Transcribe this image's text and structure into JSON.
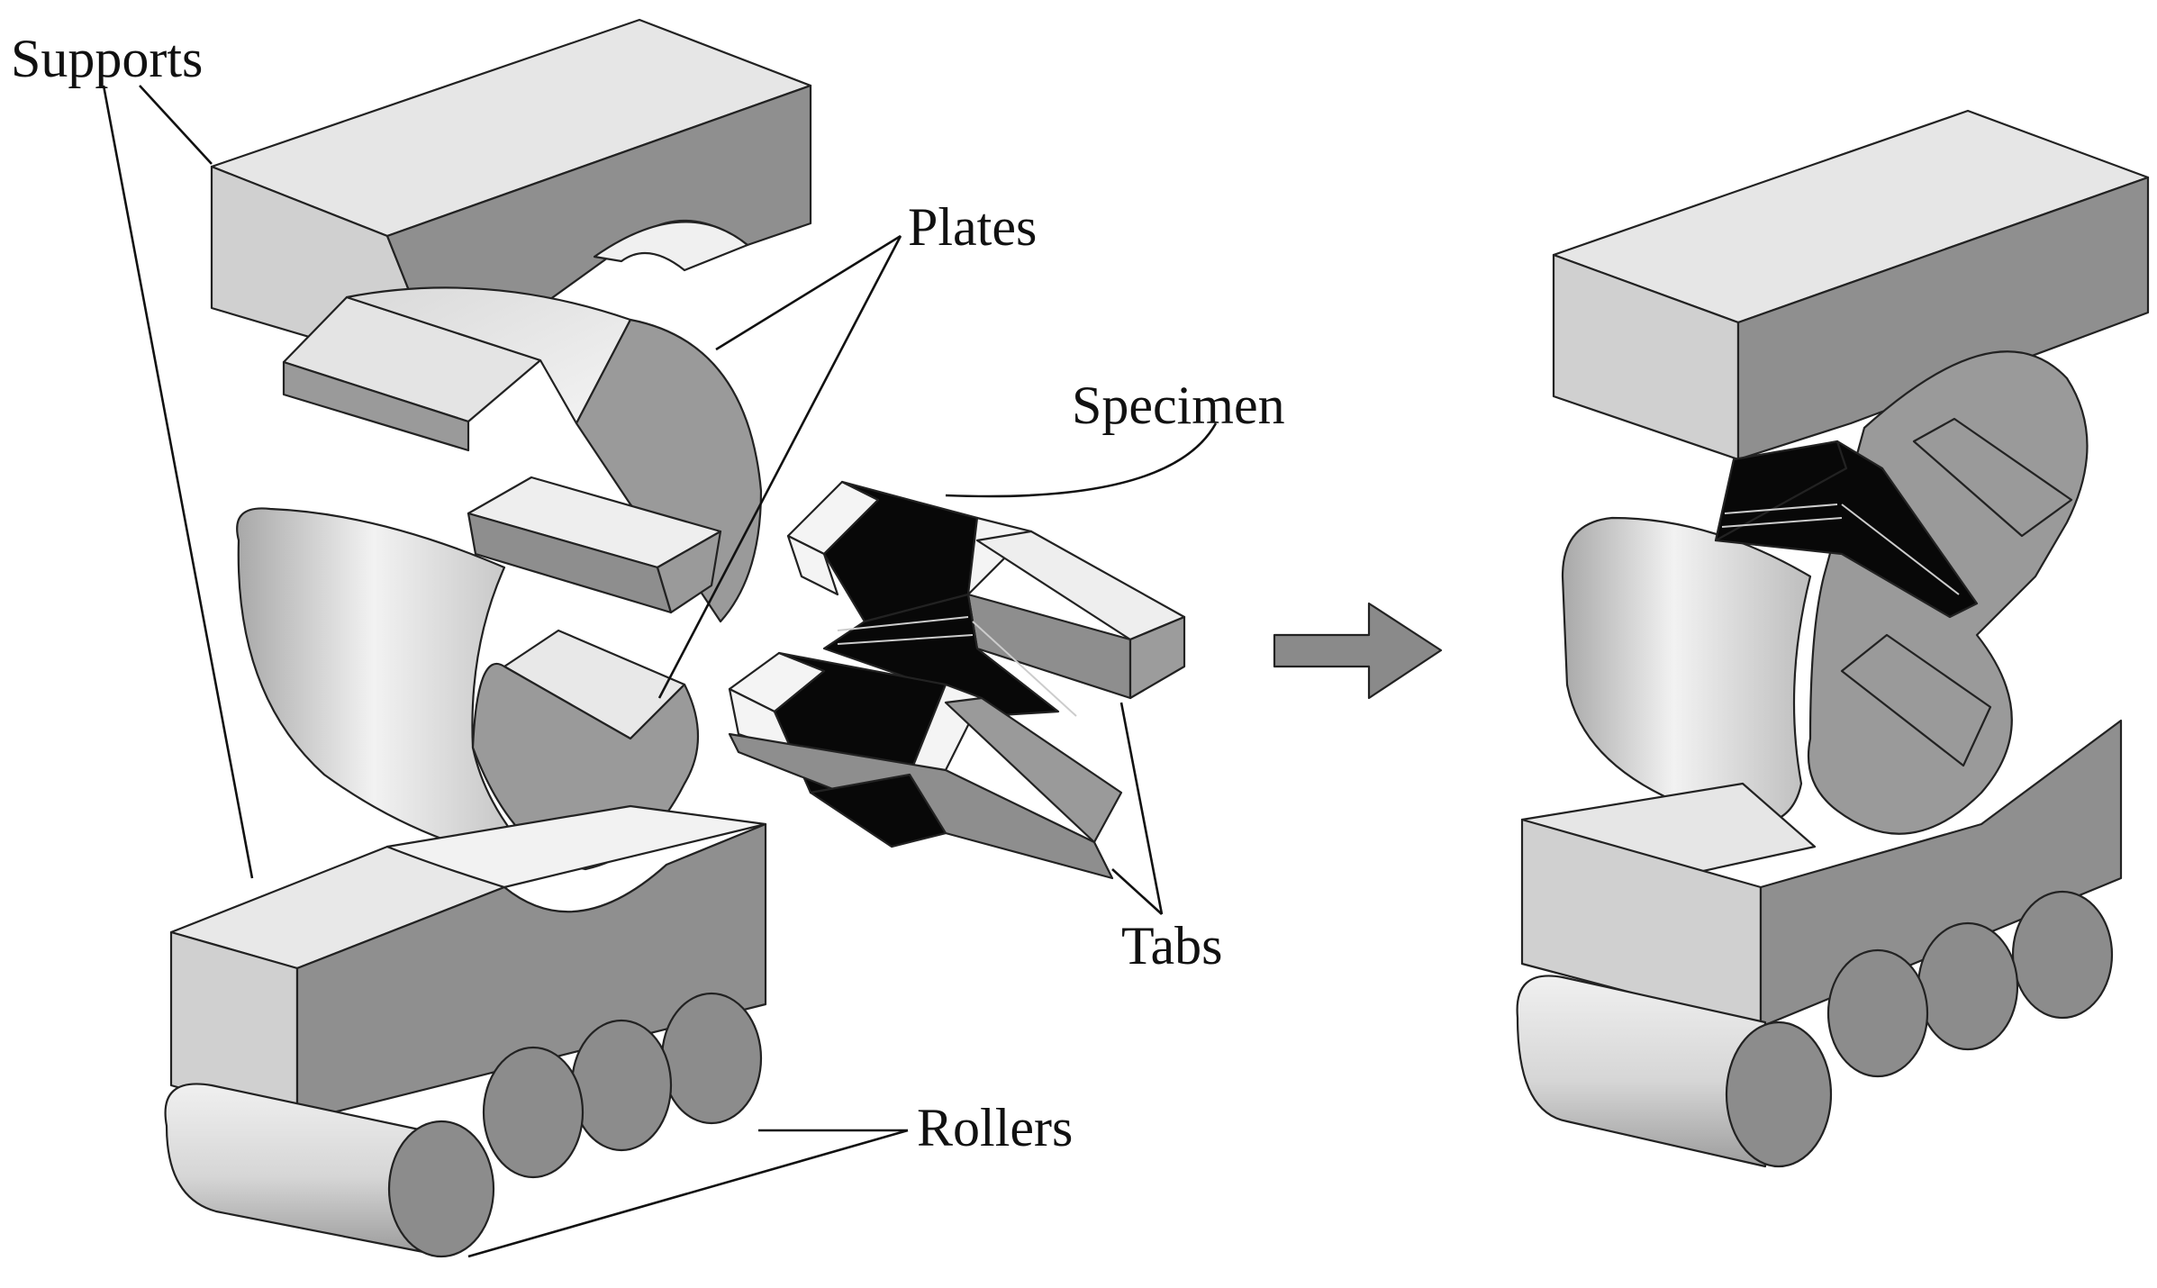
{
  "labels": {
    "supports": "Supports",
    "plates": "Plates",
    "specimen": "Specimen",
    "tabs": "Tabs",
    "rollers": "Rollers"
  },
  "colors": {
    "top_face": "#e8e8e8",
    "front_face": "#d2d2d2",
    "side_face": "#8e8e8e",
    "disc_face": "#9a9a9a",
    "cylinder_light": "#f2f2f2",
    "cylinder_dark": "#a8a8a8",
    "roller_end": "#8c8c8c",
    "tab_white": "#f4f4f4",
    "specimen_black": "#080808",
    "arrow_fill": "#8a8a8a"
  }
}
